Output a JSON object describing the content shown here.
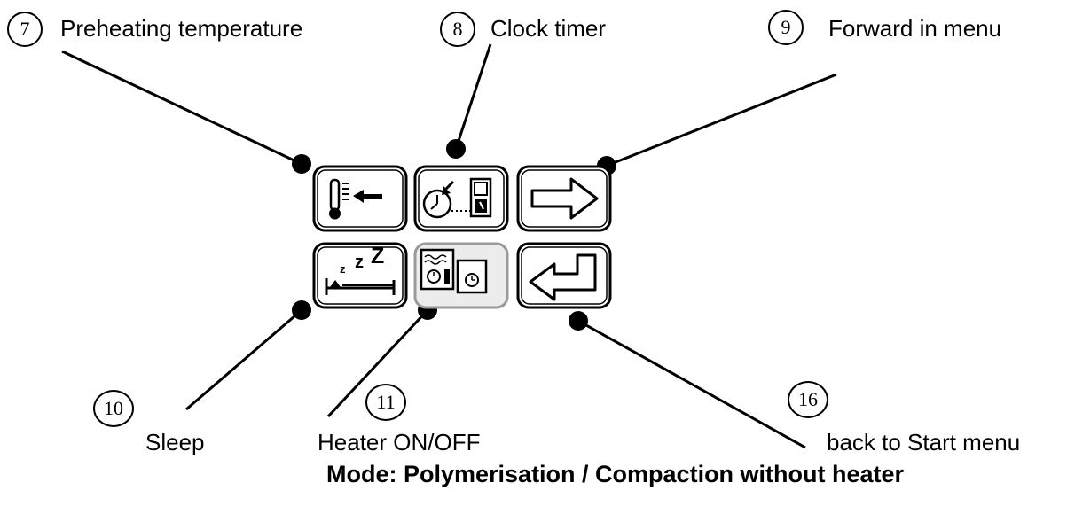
{
  "callouts": {
    "c7": {
      "number": "7",
      "label": "Preheating temperature"
    },
    "c8": {
      "number": "8",
      "label": "Clock timer"
    },
    "c9": {
      "number": "9",
      "label": "Forward in menu"
    },
    "c10": {
      "number": "10",
      "label": "Sleep"
    },
    "c11": {
      "number": "11",
      "label": "Heater ON/OFF"
    },
    "c16": {
      "number": "16",
      "label": "back to Start menu"
    }
  },
  "mode_caption": "Mode: Polymerisation / Compaction without heater",
  "buttons": {
    "preheat": {
      "icon": "thermometer-arrow-icon"
    },
    "clock": {
      "icon": "clock-timer-icon"
    },
    "forward": {
      "icon": "arrow-right-icon"
    },
    "sleep": {
      "icon": "sleep-bed-icon"
    },
    "heater": {
      "icon": "heater-toggle-icon"
    },
    "back": {
      "icon": "return-arrow-icon"
    }
  },
  "colors": {
    "ink": "#000000",
    "heater_button_fill": "#ececec"
  }
}
